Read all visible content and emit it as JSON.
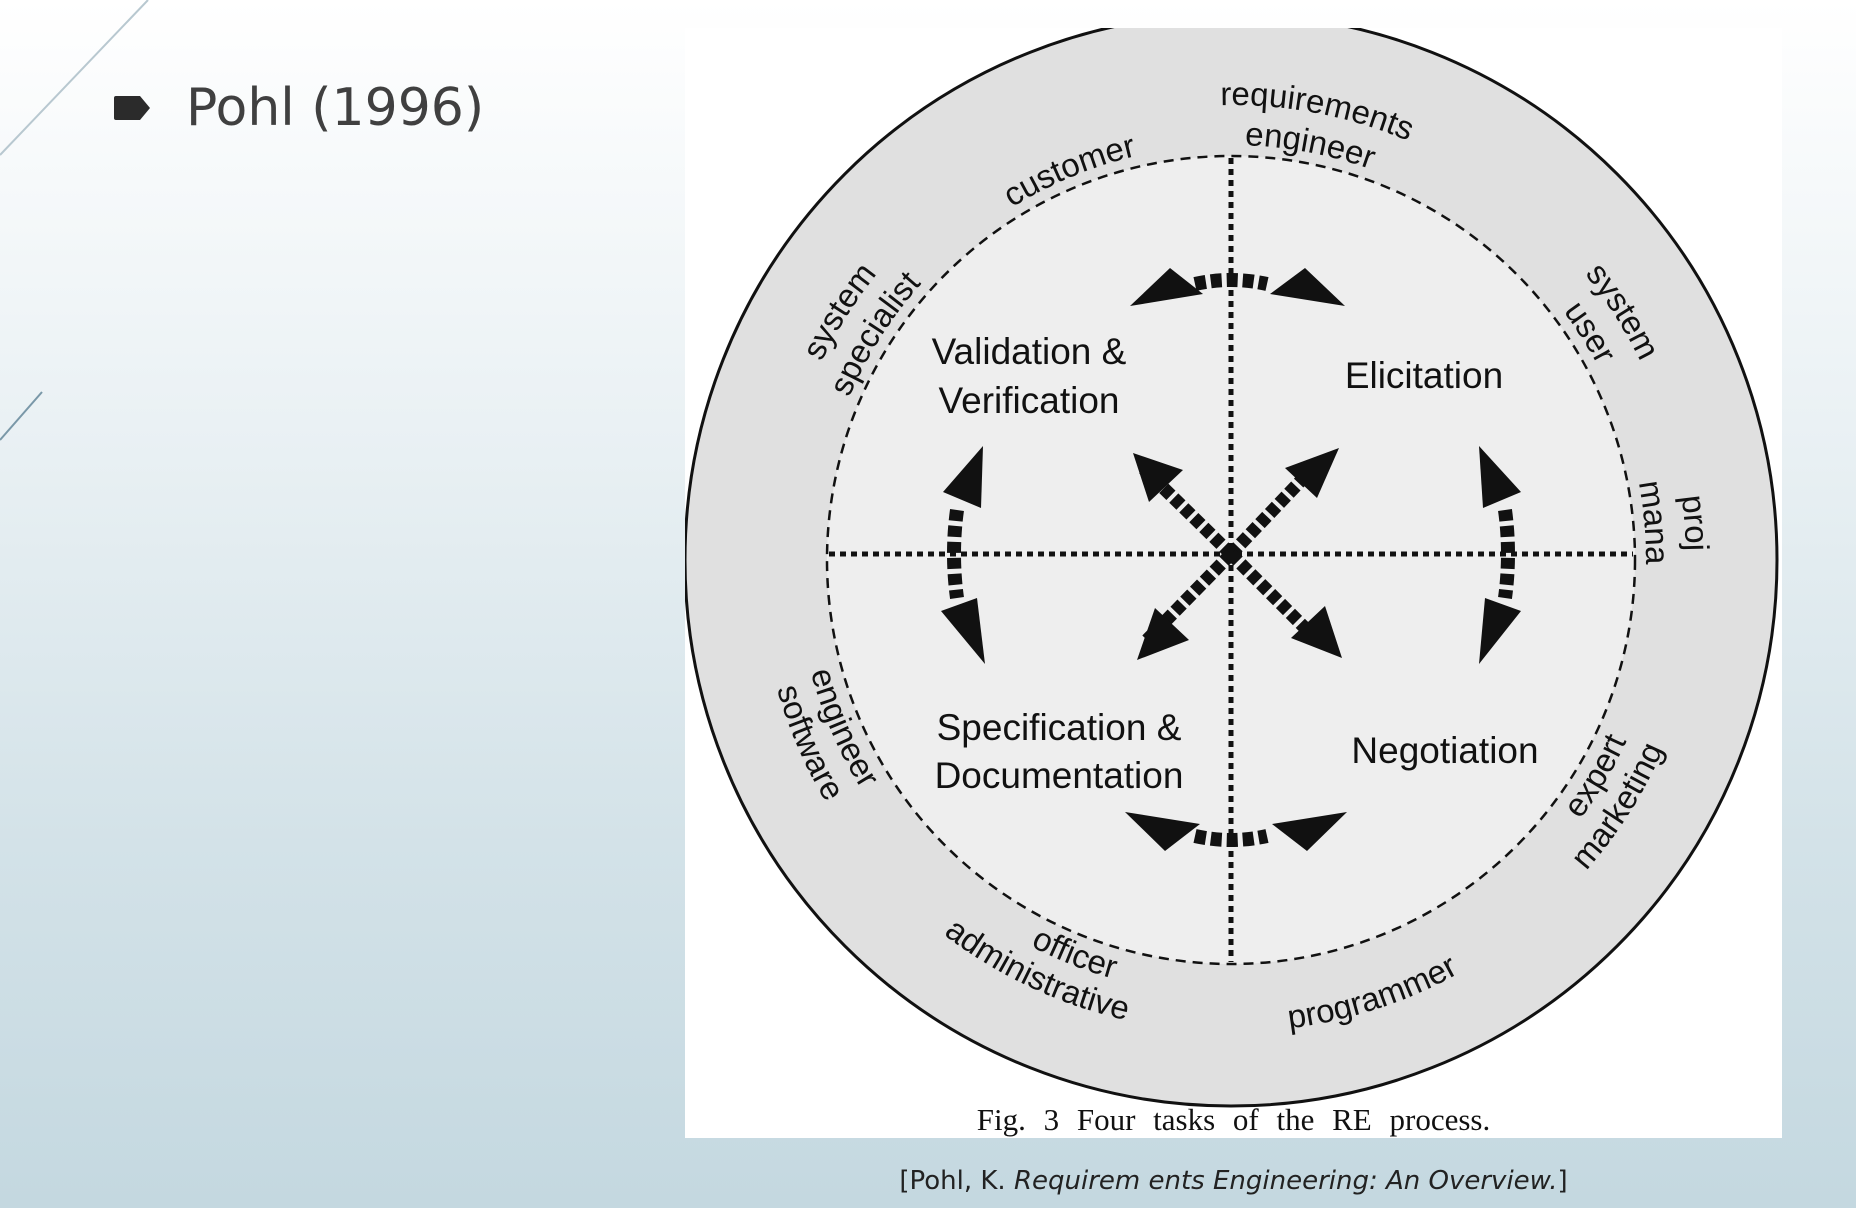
{
  "slide": {
    "bullet_text": "Pohl (1996)",
    "citation_prefix": "[Pohl, K. ",
    "citation_title": "Requirem ents Engineering: An Overview.",
    "citation_suffix": "]"
  },
  "figure": {
    "caption": "Fig. 3 Four tasks of the RE process.",
    "tasks": {
      "validation_line1": "Validation &",
      "validation_line2": "Verification",
      "elicitation": "Elicitation",
      "specification_line1": "Specification &",
      "specification_line2": "Documentation",
      "negotiation": "Negotiation"
    },
    "stakeholders": {
      "requirements_engineer_line1": "requirements",
      "requirements_engineer_line2": "engineer",
      "customer": "customer",
      "system_user_line1": "system",
      "system_user_line2": "user",
      "system_specialist_line1": "system",
      "system_specialist_line2": "specialist",
      "project_manager_line1": "project",
      "project_manager_line2": "manager",
      "software_engineer_line1": "software",
      "software_engineer_line2": "engineer",
      "marketing_expert_line1": "marketing",
      "marketing_expert_line2": "expert",
      "administrative_officer_line1": "administrative",
      "administrative_officer_line2": "officer",
      "programmer": "programmer"
    }
  },
  "colors": {
    "outer_ring": "#e0e0e0",
    "inner_disc": "#eeeeee",
    "ink": "#111111"
  }
}
